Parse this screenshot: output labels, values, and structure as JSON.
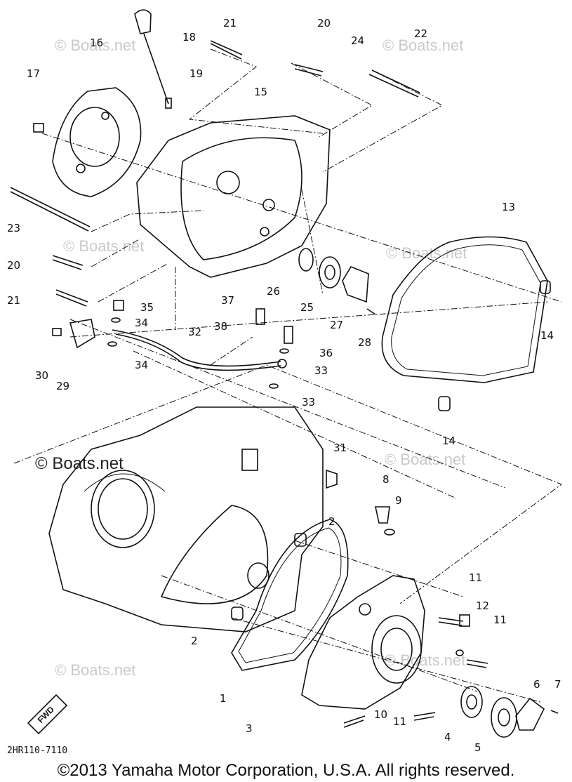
{
  "callouts": [
    "21",
    "20",
    "24",
    "22",
    "18",
    "16",
    "19",
    "17",
    "15",
    "23",
    "20",
    "13",
    "26",
    "25",
    "27",
    "21",
    "35",
    "37",
    "34",
    "38",
    "36",
    "28",
    "14",
    "30",
    "29",
    "34",
    "32",
    "33",
    "33",
    "14",
    "31",
    "8",
    "9",
    "2",
    "11",
    "12",
    "11",
    "2",
    "6",
    "7",
    "1",
    "3",
    "10",
    "11",
    "4",
    "5"
  ],
  "watermarks": [
    "© Boats.net",
    "© Boats.net",
    "© Boats.net",
    "© Boats.net",
    "© Boats.net",
    "© Boats.net",
    "© Boats.net",
    "© Boats.net"
  ],
  "diagram_code": "2HR110-7110",
  "fwd_label": "FWD",
  "copyright": "©2013 Yamaha Motor Corporation, U.S.A. All rights reserved."
}
